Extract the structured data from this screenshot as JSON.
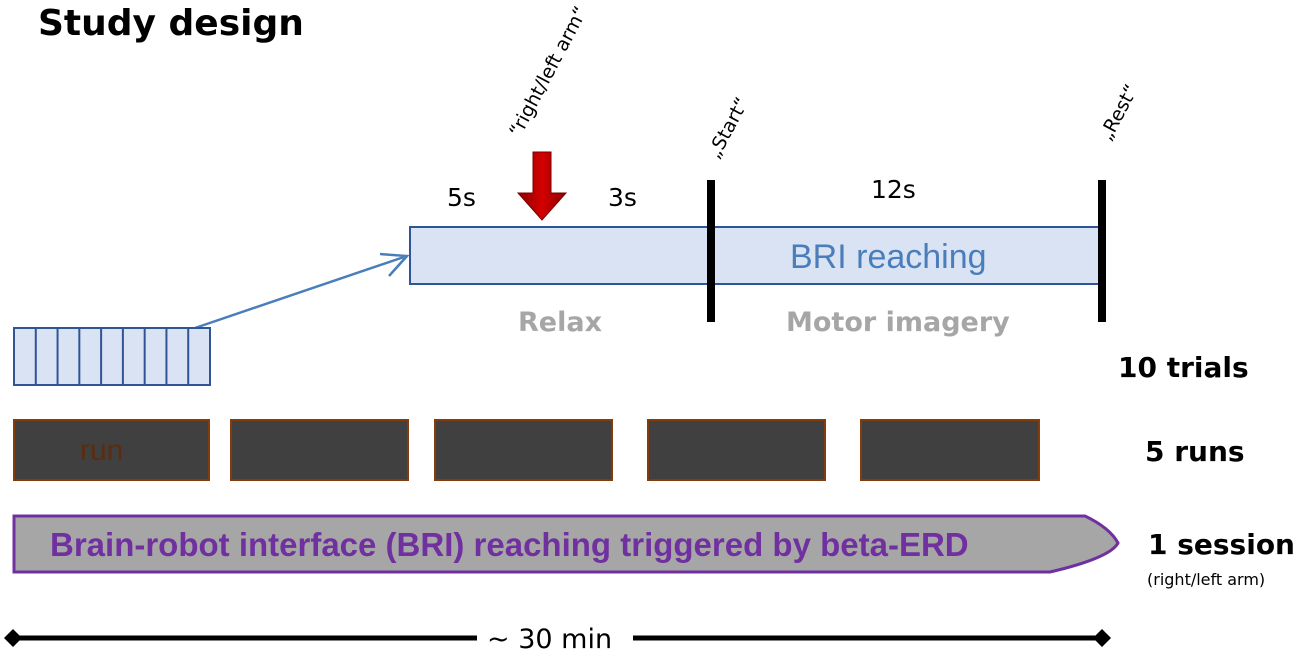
{
  "title": "Study design",
  "cues": {
    "instruction": "“right/left arm“",
    "start": "„Start“",
    "rest": "„Rest“"
  },
  "durations": {
    "before_cue": "5s",
    "after_cue": "3s",
    "imagery": "12s"
  },
  "trial_bar": {
    "label": "BRI reaching",
    "relax_label": "Relax",
    "imagery_label": "Motor imagery"
  },
  "counts": {
    "trials": "10 trials",
    "runs": "5 runs",
    "session": "1 session",
    "session_note": "(right/left arm)"
  },
  "trials_block": {
    "segments": 9
  },
  "runs": {
    "count": 5,
    "first_label": "run"
  },
  "session_bar": {
    "label": "Brain-robot interface (BRI) reaching triggered by beta-ERD"
  },
  "timeline": {
    "label": "~ 30 min"
  },
  "colors": {
    "blue_outline": "#2f5597",
    "blue_fill": "#dae3f3",
    "blue_arrow": "#4a7ebb",
    "run_fill": "#404040",
    "run_border": "#843c0c",
    "session_fill": "#a6a6a6",
    "session_border": "#7030a0",
    "cue_arrow": "#c00000"
  }
}
